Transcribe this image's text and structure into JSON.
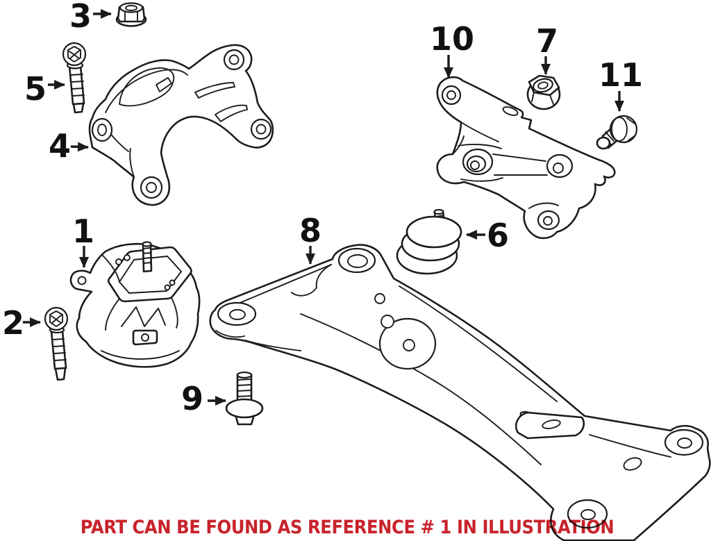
{
  "illustration": {
    "background_color": "#ffffff",
    "line_color": "#1c1c1c",
    "number_color": "#111111",
    "note": {
      "text": "PART CAN BE FOUND AS REFERENCE # 1 IN ILLUSTRATION",
      "color": "#c8232b"
    },
    "callouts": [
      {
        "ref": "1"
      },
      {
        "ref": "2"
      },
      {
        "ref": "3"
      },
      {
        "ref": "4"
      },
      {
        "ref": "5"
      },
      {
        "ref": "6"
      },
      {
        "ref": "7"
      },
      {
        "ref": "8"
      },
      {
        "ref": "9"
      },
      {
        "ref": "10"
      },
      {
        "ref": "11"
      }
    ]
  }
}
